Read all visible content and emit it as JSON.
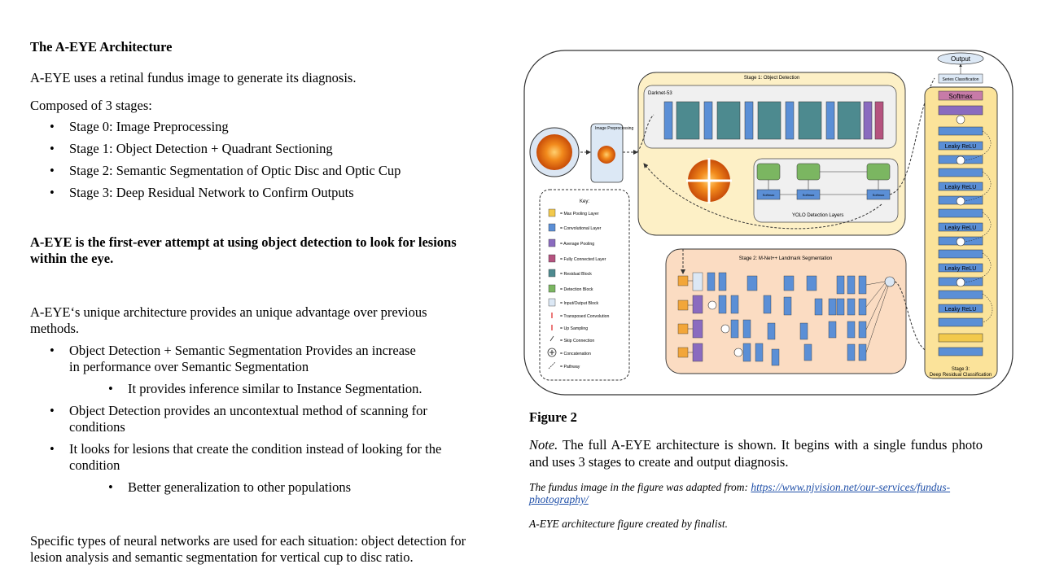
{
  "left": {
    "heading": "The A-EYE Architecture",
    "intro": "A-EYE uses a retinal  fundus image  to generate its diagnosis.",
    "composed": "Composed of 3 stages:",
    "stages": [
      "Stage 0: Image Preprocessing",
      "Stage 1: Object Detection + Quadrant Sectioning",
      "Stage 2: Semantic Segmentation  of Optic Disc and Optic Cup",
      "Stage 3: Deep Residual Network to Confirm Outputs"
    ],
    "first_ever": "A-EYE is the first-ever attempt at using object detection to look for lesions within the eye.",
    "unique": "A-EYE‘s unique architecture provides an unique advantage over previous methods.",
    "bullet_a": "Object Detection + Semantic Segmentation Provides an increase in performance over Semantic Segmentation",
    "bullet_a_sub": "It provides inference  similar  to Instance Segmentation.",
    "bullet_b": "Object Detection provides an uncontextual method of scanning for conditions",
    "bullet_c": "It looks for lesions that create the condition instead of looking for the condition",
    "bullet_c_sub": "Better generalization  to other populations",
    "specific": "Specific types of neural networks are used for each situation:  object detection for lesion analysis and semantic segmentation  for vertical  cup to disc ratio."
  },
  "figure": {
    "caption_title": "Figure 2",
    "note_label": "Note.",
    "note_text": " The full A-EYE architecture is shown. It begins with a single fundus photo and uses 3 stages to create and output diagnosis.",
    "credit_prefix": "The fundus image in the figure was adapted from: ",
    "credit_link": "https://www.njvision.net/our-services/fundus-photography/",
    "credit2": "A-EYE architecture figure created by finalist.",
    "diagram": {
      "output": "Output",
      "series_classification": "Series Classification",
      "stage1": "Stage 1: Object Detection",
      "darknet": "Darknet-53",
      "image_preprocessing": "Image Preprocessing",
      "yolo": "YOLO Detection Layers",
      "softmax_small": "Softmax",
      "stage2": "Stage 2: M-Net++ Landmark Segmentation",
      "stage3_line1": "Stage 3:",
      "stage3_line2": "Deep Residual Classification",
      "softmax": "Softmax",
      "leaky": "Leaky ReLU",
      "key_title": "Key:",
      "key_items": [
        "= Max Pooling Layer",
        "= Convolutional Layer",
        "= Average Pooling",
        "= Fully Connected Layer",
        "= Residual Block",
        "= Detection Block",
        "= Input/Output Block",
        "= Transposed Convolution",
        "= Up Sampling",
        "= Skip Connection",
        "= Concatenation",
        "= Pathway"
      ],
      "colors": {
        "stage1_bg": "#fdf0c6",
        "stage2_bg": "#fbdcc2",
        "stage3_bg": "#fbe39a",
        "conv": "#5b8fd6",
        "residual": "#4d8a8f",
        "detection": "#7bb661",
        "avgpool": "#8a6bbf",
        "fc": "#b5537f",
        "maxpool": "#f2c94c",
        "softmax": "#c77ba8",
        "io": "#dce8f5"
      }
    }
  }
}
